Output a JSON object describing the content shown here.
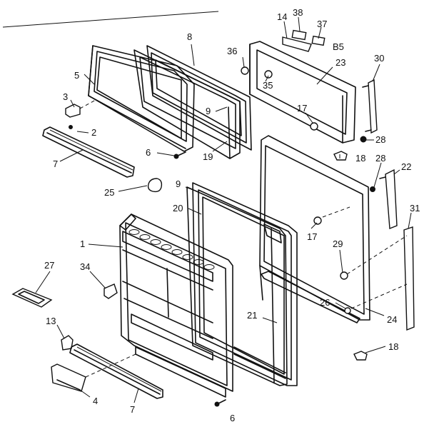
{
  "callouts": {
    "c1": "1",
    "c2": "2",
    "c3": "3",
    "c4": "4",
    "c5": "5",
    "c6a": "6",
    "c6b": "6",
    "c7a": "7",
    "c7b": "7",
    "c8": "8",
    "c9a": "9",
    "c9b": "9",
    "c13": "13",
    "c14": "14",
    "c17a": "17",
    "c17b": "17",
    "c18a": "18",
    "c18b": "18",
    "c19": "19",
    "c20": "20",
    "c21": "21",
    "c22": "22",
    "c23": "23",
    "c24": "24",
    "c25": "25",
    "c26": "26",
    "c27": "27",
    "c28a": "28",
    "c28b": "28",
    "c29": "29",
    "c30": "30",
    "c31": "31",
    "c34": "34",
    "c35": "35",
    "c36": "36",
    "c37": "37",
    "c38": "38",
    "cB5": "B5"
  }
}
